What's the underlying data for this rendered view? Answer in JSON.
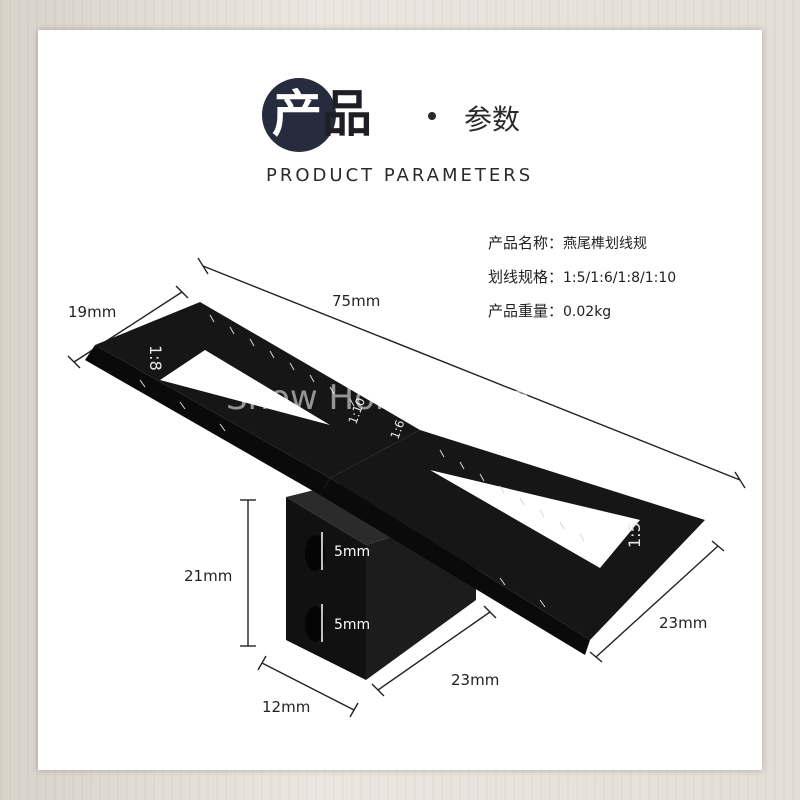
{
  "header": {
    "title_part1": "产",
    "title_part2": "品",
    "title_suffix": "参数",
    "subtitle_en": "PRODUCT PARAMETERS"
  },
  "specs": [
    {
      "label": "产品名称：",
      "value": "燕尾榫划线规"
    },
    {
      "label": "划线规格：",
      "value": "1:5/1:6/1:8/1:10"
    },
    {
      "label": "产品重量：",
      "value": "0.02kg"
    }
  ],
  "dimensions": {
    "total_length": "75mm",
    "end_width": "19mm",
    "right_width": "23mm",
    "block_height": "21mm",
    "block_length": "23mm",
    "block_width": "12mm",
    "hole_top": "5mm",
    "hole_bottom": "5mm"
  },
  "ratio_marks": {
    "left_end": "1:8",
    "right_end": "1:5",
    "center_a": "1:10",
    "center_b": "1:6"
  },
  "watermark": "Snow Home Store",
  "colors": {
    "badge": "#262c3d",
    "tool": "#141414",
    "text": "#222222"
  }
}
